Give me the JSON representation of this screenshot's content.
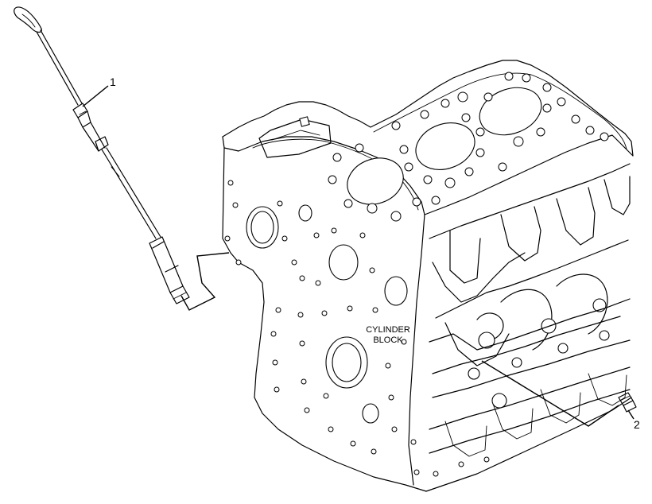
{
  "diagram": {
    "callouts": [
      {
        "id": "1",
        "text": "1"
      },
      {
        "id": "2",
        "text": "2"
      }
    ],
    "component_label": {
      "line1": "CYLINDER",
      "line2": "BLOCK"
    },
    "line_color": "#000000",
    "background": "#ffffff"
  }
}
